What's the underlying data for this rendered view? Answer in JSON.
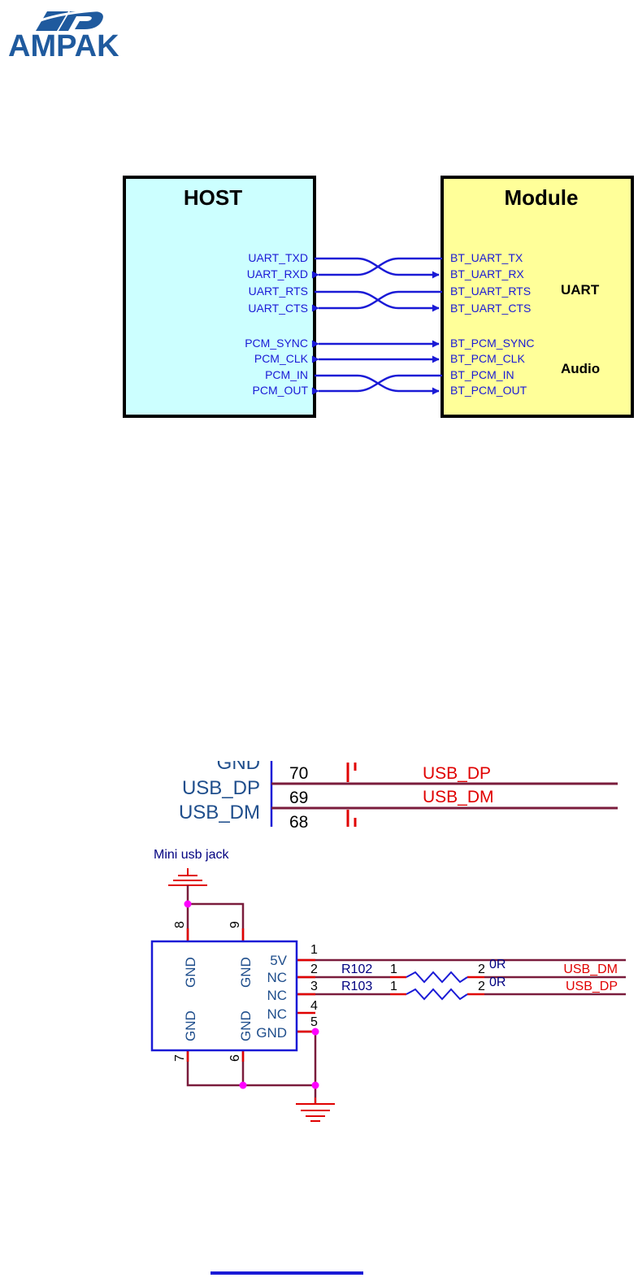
{
  "logo": {
    "text": "AMPAK",
    "color": "#1f5a9e"
  },
  "block_diagram": {
    "host": {
      "title": "HOST",
      "fill": "#ccffff"
    },
    "module": {
      "title": "Module",
      "fill": "#ffff99"
    },
    "host_pins": [
      "UART_TXD",
      "UART_RXD",
      "UART_RTS",
      "UART_CTS",
      "PCM_SYNC",
      "PCM_CLK",
      "PCM_IN",
      "PCM_OUT"
    ],
    "module_pins": [
      "BT_UART_TX",
      "BT_UART_RX",
      "BT_UART_RTS",
      "BT_UART_CTS",
      "BT_PCM_SYNC",
      "BT_PCM_CLK",
      "BT_PCM_IN",
      "BT_PCM_OUT"
    ],
    "groups": {
      "uart": "UART",
      "audio": "Audio"
    },
    "signal_color": "#1a1ad6"
  },
  "pin_table": {
    "left_labels": [
      "GND",
      "USB_DP",
      "USB_DM"
    ],
    "pin_numbers": [
      "70",
      "69",
      "68"
    ],
    "nets": [
      "USB_DP",
      "USB_DM"
    ]
  },
  "schematic": {
    "title": "Mini usb jack",
    "connector_pins_left": [
      "GND",
      "GND",
      "GND",
      "GND"
    ],
    "connector_pins_right": [
      "5V",
      "NC",
      "NC",
      "NC",
      "GND"
    ],
    "pin_numbers": [
      "1",
      "2",
      "3",
      "4",
      "5",
      "6",
      "7",
      "8",
      "9"
    ],
    "resistors": [
      {
        "ref": "R102",
        "value": "0R",
        "pin1": "1",
        "pin2": "2",
        "net": "USB_DM"
      },
      {
        "ref": "R103",
        "value": "0R",
        "pin1": "1",
        "pin2": "2",
        "net": "USB_DP"
      }
    ]
  }
}
